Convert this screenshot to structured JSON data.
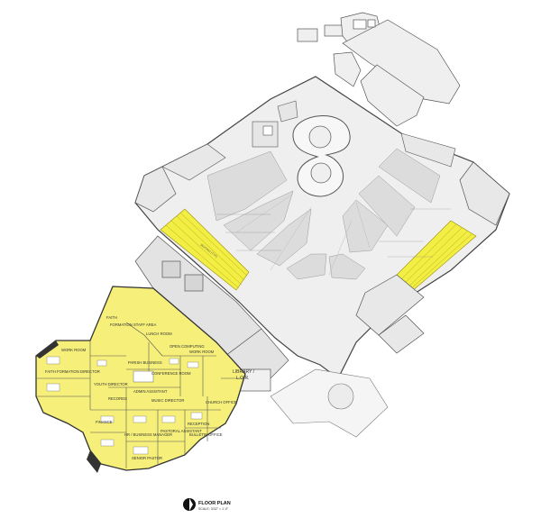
{
  "title": "FLOOR PLAN",
  "scale_note": "SCALE: 3/32\" = 1'-0\"",
  "colors": {
    "office_wing": "#f6f07a",
    "seating": "#f2ee43",
    "wall": "#444444",
    "building": "#efefef",
    "pew_block": "#dcdcdc",
    "line": "#666666"
  },
  "rooms": {
    "faith": "FAITH",
    "formation_staff_area": "FORMATION STAFF AREA",
    "work_room_left": "WORK ROOM",
    "faith_formation_director": "FAITH FORMATION DIRECTOR",
    "lunch_room": "LUNCH ROOM",
    "open_computing": "OPEN COMPUTING",
    "work_room_right": "WORK ROOM",
    "youth_director": "YOUTH DIRECTOR",
    "parish_business": "PARISH BUSINESS",
    "conference_room": "CONFERENCE ROOM",
    "admin_assistant": "ADMIN ASSISTANT",
    "music_director": "MUSIC DIRECTOR",
    "finance": "FINANCE",
    "records": "RECORDS",
    "church_office": "CHURCH OFFICE",
    "reception": "RECEPTION",
    "pastoral_assistant": "PASTORAL ASSISTANT",
    "hr_business_manager": "HR / BUSINESS MANAGER",
    "senior_pastor": "SENIOR PASTOR",
    "bulletin_office": "BULLETIN OFFICE",
    "library": "LIBRARY /",
    "library_2": "L.O.R.",
    "seating_label": "SEATING (TYP)"
  }
}
